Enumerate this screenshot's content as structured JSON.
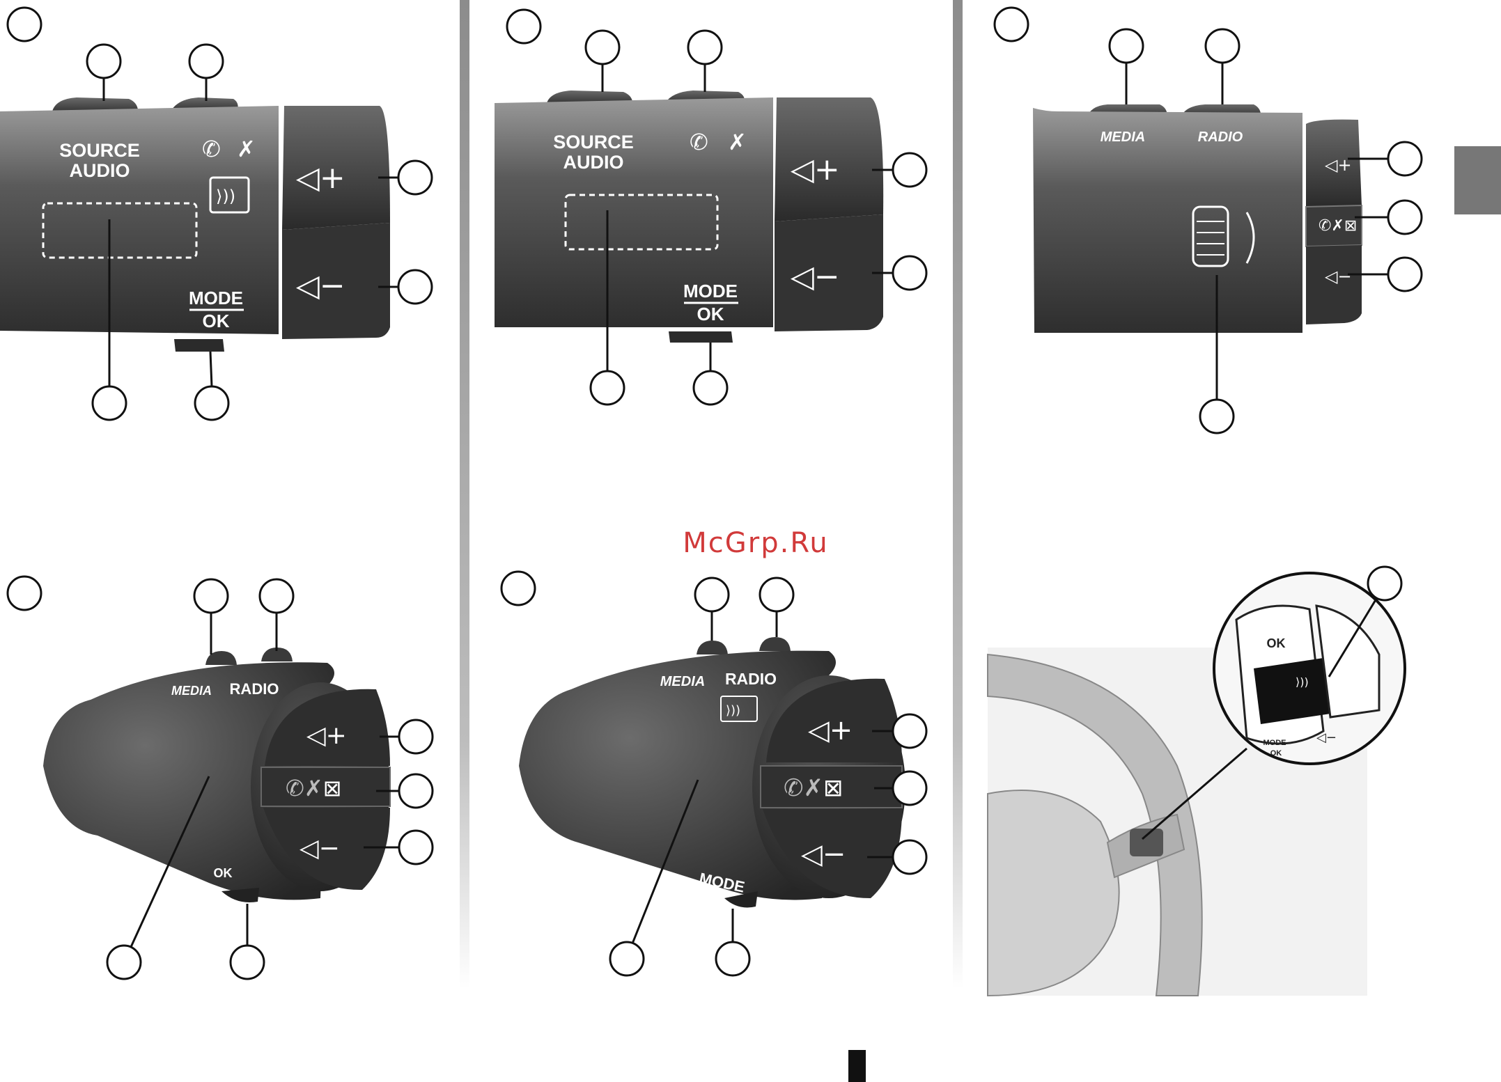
{
  "watermark": "McGrp.Ru",
  "panel1": {
    "source_line1": "SOURCE",
    "source_line2": "AUDIO",
    "mode": "MODE",
    "ok": "OK"
  },
  "panel2": {
    "source_line1": "SOURCE",
    "source_line2": "AUDIO",
    "mode": "MODE",
    "ok": "OK"
  },
  "panel3": {
    "media": "MEDIA",
    "radio": "RADIO"
  },
  "panel4": {
    "media": "MEDIA",
    "radio": "RADIO",
    "ok": "OK"
  },
  "panel5": {
    "media": "MEDIA",
    "radio": "RADIO",
    "mode": "MODE"
  },
  "panel6": {
    "ok": "OK",
    "mode_line1": "MODE",
    "mode_line2": "OK"
  },
  "colors": {
    "control_body": "#4a4a4a",
    "button": "#3c3c3c",
    "divider": "#9a9a9a",
    "watermark": "#d13a3a"
  }
}
